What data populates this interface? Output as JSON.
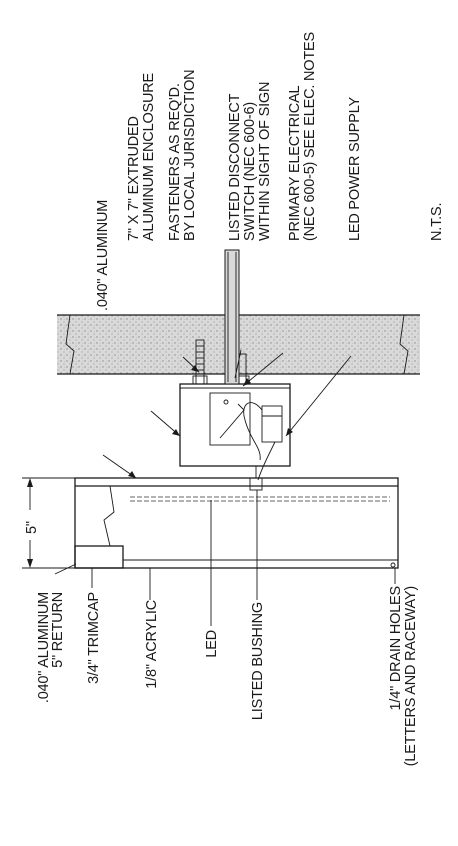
{
  "labels": {
    "aluminum_040": ".040\" ALUMINUM",
    "enclosure_l1": "7\" X 7\" EXTRUDED",
    "enclosure_l2": "ALUMINUM ENCLOSURE",
    "fasteners_l1": "FASTENERS AS REQ'D.",
    "fasteners_l2": "BY LOCAL JURISDICTION",
    "switch_l1": "LISTED DISCONNECT",
    "switch_l2": "SWITCH (NEC 600-6)",
    "switch_l3": "WITHIN SIGHT OF SIGN",
    "primary_l1": "PRIMARY ELECTRICAL",
    "primary_l2": "(NEC 600-5) SEE ELEC. NOTES",
    "power_supply": "LED POWER SUPPLY",
    "nts": "N.T.S.",
    "return_l1": ".040\" ALUMINUM",
    "return_l2": "5\" RETURN",
    "trimcap": "3/4\" TRIMCAP",
    "acrylic": "1/8\" ACRYLIC",
    "led": "LED",
    "bushing": "LISTED BUSHING",
    "drain_l1": "1/4\" DRAIN HOLES",
    "drain_l2": "(LETTERS AND RACEWAY)",
    "dim_5": "5\""
  }
}
